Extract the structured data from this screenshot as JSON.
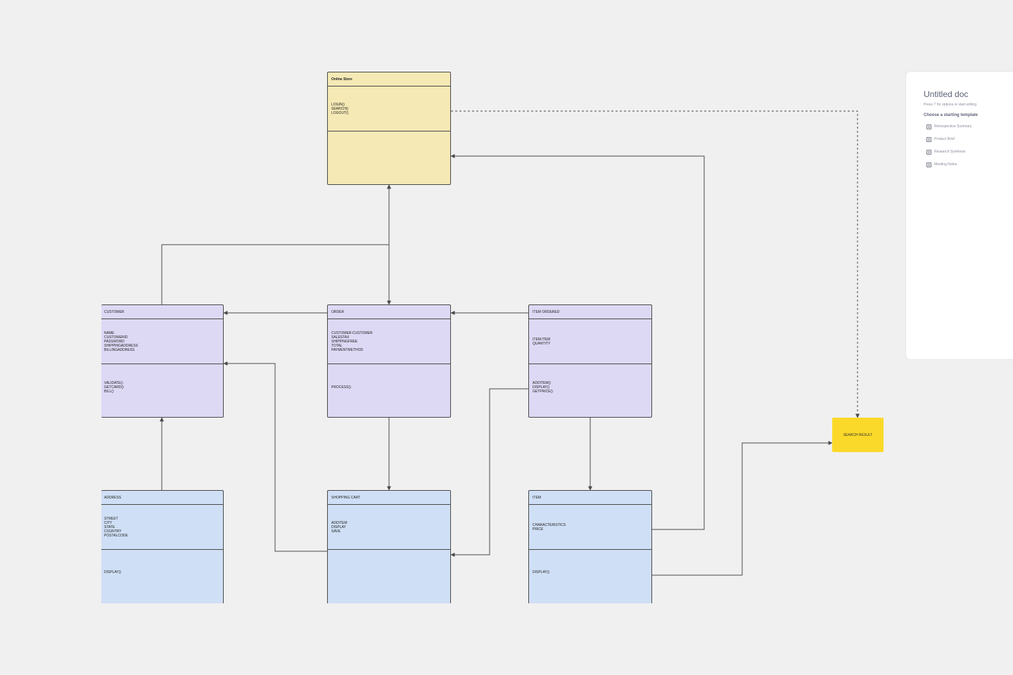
{
  "canvas": {
    "background": "#f0f0f0"
  },
  "classes": {
    "store": {
      "title": "Online Store",
      "attributes": [
        "LOGIN()",
        "SEARCH()",
        "LOGOUT()"
      ],
      "operations": []
    },
    "customer": {
      "title": "CUSTOMER",
      "attributes": [
        "NAME",
        "CUSTOMERID",
        "PASSWORD",
        "SHIPPINGADDRESS",
        "BILLINGADDRESS"
      ],
      "operations": [
        "VALIDATE()",
        "GETCARD()",
        "BILL()"
      ]
    },
    "order": {
      "title": "ORDER",
      "attributes": [
        "CUSTOMER:CUSTOMER",
        "SALESTAX",
        "SHIPPINGFREE",
        "TOTAL",
        "PAYMENTMETHOD"
      ],
      "operations": [
        "PROCESS()"
      ]
    },
    "itemordered": {
      "title": "ITEM ORDERED",
      "attributes": [
        "ITEM:ITEM",
        "QUANTITY"
      ],
      "operations": [
        "ADDITEM()",
        "DISPLAY()",
        "GETPRICE()"
      ]
    },
    "address": {
      "title": "ADDRESS",
      "attributes": [
        "STREET",
        "CITY",
        "STATE",
        "COUNTRY",
        "POSTALCODE"
      ],
      "operations": [
        "DISPLAY()"
      ]
    },
    "cart": {
      "title": "SHOPPING CART",
      "attributes": [
        "ADDITEM",
        "DISPLAY",
        "SAVE"
      ],
      "operations": []
    },
    "item": {
      "title": "ITEM",
      "attributes": [
        "CHARACTERISTICS",
        "PRICE"
      ],
      "operations": [
        "DISPLAY()"
      ]
    }
  },
  "sticky": {
    "label": "SEARCH RESULT",
    "color": "#fbd92a"
  },
  "colors": {
    "yellow": "#f5e9b5",
    "purple": "#ddd9f5",
    "blue": "#cfdff5",
    "line": "#4a4a4a"
  },
  "doc_panel": {
    "title": "Untitled doc",
    "hint": "Press '/' for options or start writing",
    "choose": "Choose a starting template",
    "templates": [
      {
        "label": "Retrospective Summary",
        "icon": "document-icon"
      },
      {
        "label": "Product Brief",
        "icon": "document-icon"
      },
      {
        "label": "Research Synthesis",
        "icon": "document-icon"
      },
      {
        "label": "Meeting Notes",
        "icon": "document-icon"
      }
    ]
  }
}
